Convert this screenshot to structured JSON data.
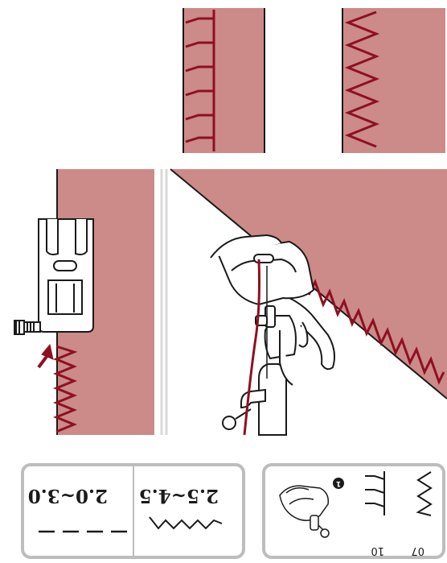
{
  "colors": {
    "fabric": "#cc8a89",
    "thread": "#8e1020",
    "panel_border": "#bdbdbd",
    "ink": "#1a1a1a"
  },
  "settings": {
    "zigzag_width": "2.5~4.5",
    "straight_length": "2.0~3.0"
  },
  "stitch_numbers": {
    "zigzag": "07",
    "blind": "10"
  },
  "foot_badge": "1",
  "icons": {
    "arrow": "arrow-icon",
    "foot": "presser-foot-icon",
    "zigzag": "zigzag-stitch-icon",
    "straight": "straight-stitch-icon",
    "blind": "blind-stitch-icon"
  }
}
